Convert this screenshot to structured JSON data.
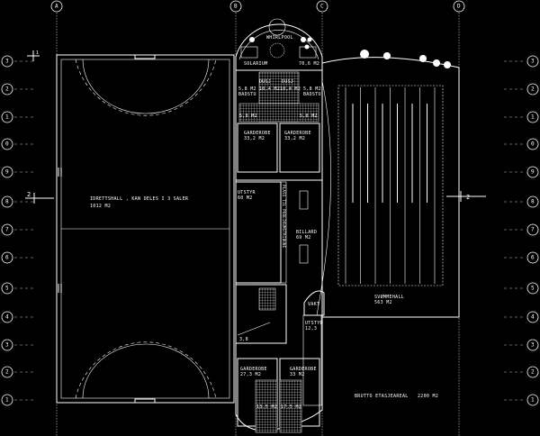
{
  "grid_columns": [
    "A",
    "B",
    "C",
    "D"
  ],
  "grid_rows": [
    "3",
    "2",
    "1",
    "0",
    "9",
    "8",
    "7",
    "6",
    "5",
    "4",
    "3",
    "2",
    "1"
  ],
  "section_markers": {
    "section_1": "1",
    "section_2": "2"
  },
  "rooms": {
    "sports_hall": {
      "name": "IDRETTSHALL , KAN DELES I 3 SALER",
      "area": "1012 M2"
    },
    "equipment": {
      "name": "UTSTYR",
      "area": "60 M2"
    },
    "billiards": {
      "name": "BILLARD",
      "area": "69 M2"
    },
    "tribune": {
      "name": "PLASS TIL PUBLIKUMSTRIBUNE"
    },
    "whirlpool": {
      "name": "WHIRLPOOL"
    },
    "solarium": {
      "name": "SOLARIUM"
    },
    "solarium_area": {
      "area": "70,6 M2"
    },
    "sauna_left": {
      "name": "BADSTU",
      "area": "5,8 M2"
    },
    "sauna_right": {
      "name": "BADSTU",
      "area": "5,8 M2"
    },
    "shower_left": {
      "name": "DUSJ",
      "area": "10,4 M2"
    },
    "shower_right": {
      "name": "DUSJ",
      "area": "10,4 M2"
    },
    "wc_left": {
      "area": "5,8 M2"
    },
    "wc_right": {
      "area": "5,8 M2"
    },
    "wardrobe_top_left": {
      "name": "GARDEROBE",
      "area": "33,2 M2"
    },
    "wardrobe_top_right": {
      "name": "GARDEROBE",
      "area": "33,2 M2"
    },
    "swimming_hall": {
      "name": "SVØMMEHALL",
      "area": "563 M2"
    },
    "guard": {
      "name": "VAKT"
    },
    "equipment_small": {
      "name": "UTSTYR",
      "area": "12,3"
    },
    "small_room": {
      "area": "3,8"
    },
    "wardrobe_bottom_left": {
      "name": "GARDEROBE",
      "area": "27,3 M2"
    },
    "wardrobe_bottom_right": {
      "name": "GARDEROBE",
      "area": "33 M2"
    },
    "shower_bottom_left": {
      "area": "13,5 M2"
    },
    "shower_bottom_right": {
      "area": "17,5 M2"
    }
  },
  "gross_area": {
    "label": "BRUTTO ETASJEAREAL",
    "value": "2200 M2"
  }
}
